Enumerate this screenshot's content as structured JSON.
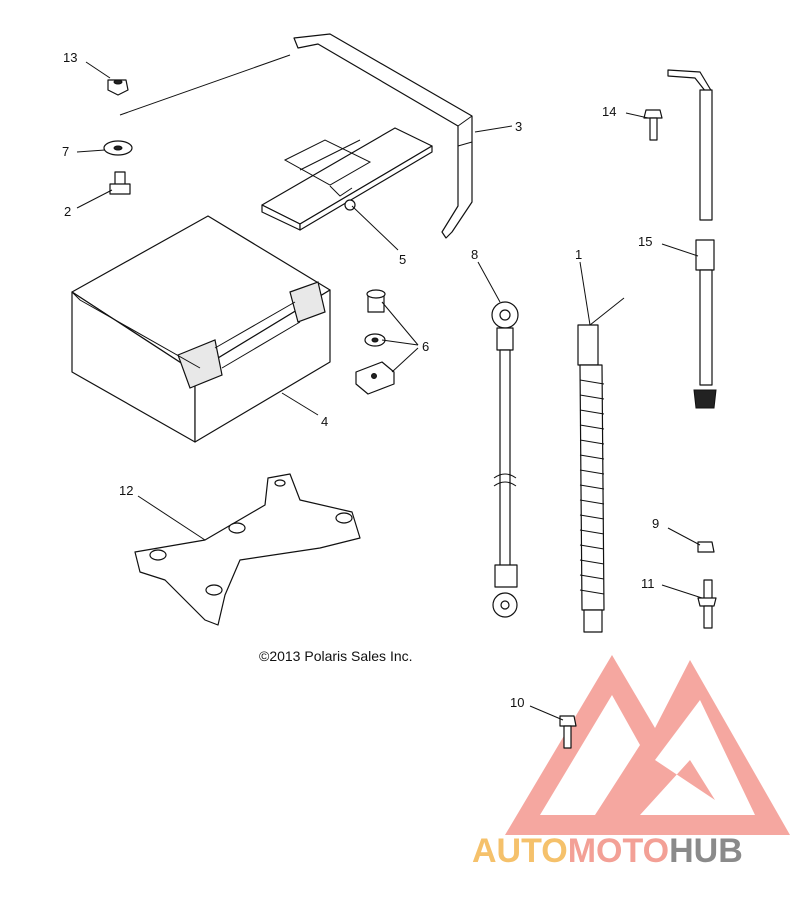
{
  "callouts": {
    "c1": "1",
    "c2": "2",
    "c3": "3",
    "c4": "4",
    "c5": "5",
    "c6": "6",
    "c7": "7",
    "c8": "8",
    "c9": "9",
    "c10": "10",
    "c11": "11",
    "c12": "12",
    "c13": "13",
    "c14": "14",
    "c15": "15"
  },
  "copyright": "©2013 Polaris Sales Inc.",
  "watermark": {
    "part1": "AUTO",
    "part2": "MOTO",
    "part3": "HUB",
    "colors": {
      "auto": "#f5c16b",
      "moto": "#f3a096",
      "hub": "#8a8a8a",
      "logo": "#f28a80"
    }
  }
}
